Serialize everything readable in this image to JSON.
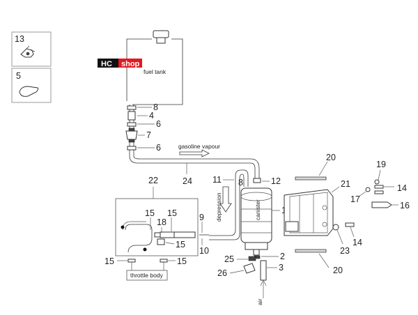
{
  "logo": {
    "part1": "HC",
    "part2": "shop",
    "bg1": "#111111",
    "bg2": "#e01b22"
  },
  "labels": {
    "fuel_tank": "fuel tank",
    "gasoline_vapour": "gasoline vapour",
    "depression": "depression",
    "canister": "canister",
    "throttle_body": "throttle body",
    "air": "air"
  },
  "callouts": {
    "c13": "13",
    "c5": "5",
    "c8a": "8",
    "c4": "4",
    "c6a": "6",
    "c7": "7",
    "c6b": "6",
    "c20a": "20",
    "c24": "24",
    "c11": "11",
    "c8b": "8",
    "c12": "12",
    "c22": "22",
    "c21": "21",
    "c19": "19",
    "c14a": "14",
    "c17": "17",
    "c16": "16",
    "c15a": "15",
    "c15b": "15",
    "c18": "18",
    "c9": "9",
    "c1": "1",
    "c15c": "15",
    "c10": "10",
    "c14b": "14",
    "c23": "23",
    "c25": "25",
    "c2": "2",
    "c26": "26",
    "c3": "3",
    "c20b": "20",
    "c15d": "15",
    "c15e": "15"
  }
}
